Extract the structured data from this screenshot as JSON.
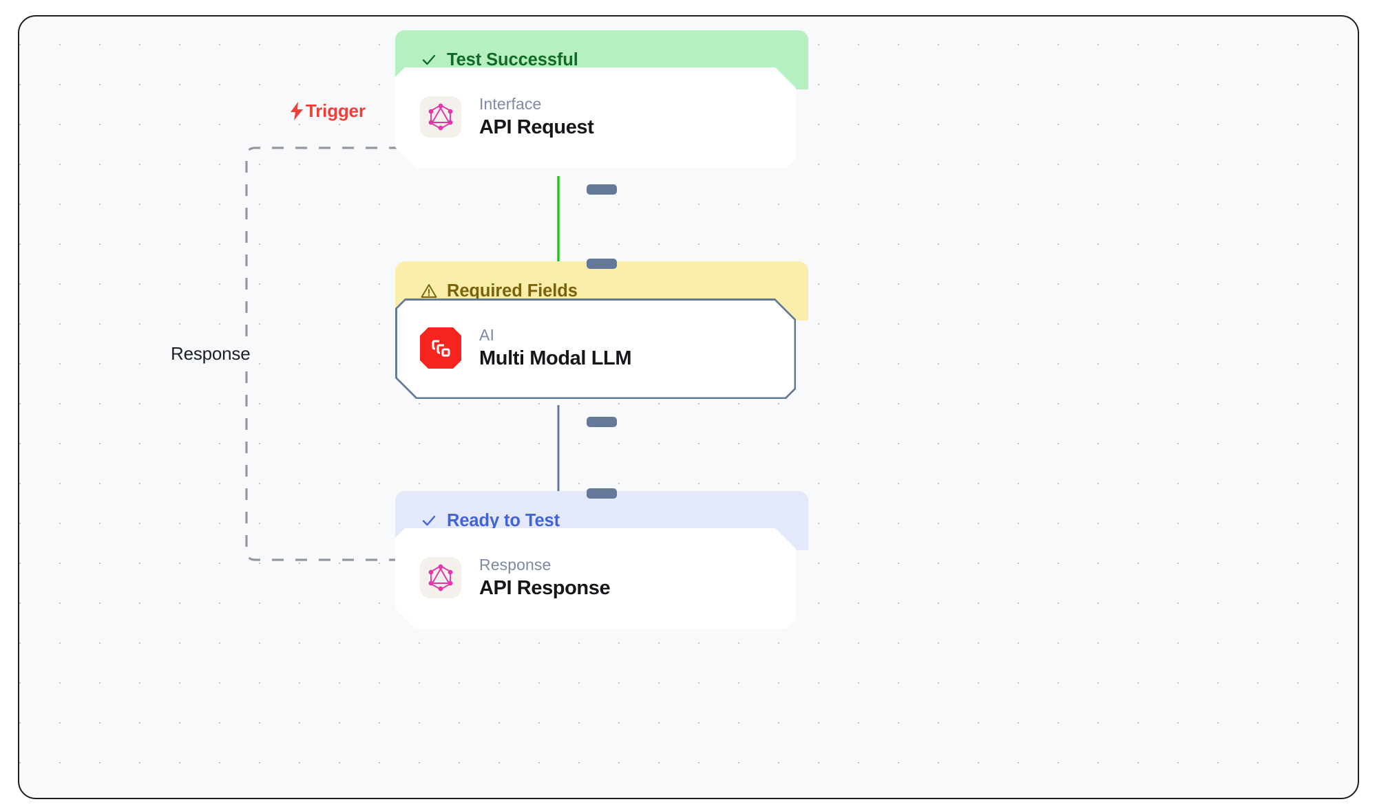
{
  "canvas": {
    "background_color": "#f8f9fb",
    "grid": "dot-grid",
    "frame_border_color": "#1b1d21"
  },
  "nodes": [
    {
      "id": "api-request",
      "status_label": "Test Successful",
      "status_icon": "check-icon",
      "status_variant": "success",
      "status_color": "#116b28",
      "status_bg": "#b6efc0",
      "kind": "Interface",
      "title": "API Request",
      "icon": "graphql-icon",
      "icon_color": "#e535ab",
      "selected": false
    },
    {
      "id": "multi-modal-llm",
      "status_label": "Required Fields",
      "status_icon": "warning-triangle-icon",
      "status_variant": "warning",
      "status_color": "#7b6208",
      "status_bg": "#fbeeab",
      "kind": "AI",
      "title": "Multi Modal LLM",
      "icon": "ai-model-icon",
      "icon_color": "#f5241f",
      "selected": true
    },
    {
      "id": "api-response",
      "status_label": "Ready to Test",
      "status_icon": "check-icon",
      "status_variant": "info",
      "status_color": "#4262d8",
      "status_bg": "#e3e9fb",
      "kind": "Response",
      "title": "API Response",
      "icon": "graphql-icon",
      "icon_color": "#e535ab",
      "selected": false
    }
  ],
  "edges": [
    {
      "id": "trigger-edge",
      "label": "Trigger",
      "icon": "lightning-bolt-icon",
      "color": "#ec4038",
      "style": "dashed",
      "from": "api-response",
      "to": "api-request"
    },
    {
      "id": "response-edge",
      "label": "Response",
      "color": "#1c1f24",
      "style": "dashed",
      "from": "api-response",
      "to": "api-request"
    },
    {
      "id": "request-to-llm",
      "label": "",
      "color": "#18c61a",
      "style": "solid",
      "from": "api-request",
      "to": "multi-modal-llm"
    },
    {
      "id": "llm-to-response",
      "label": "",
      "color": "#64799a",
      "style": "solid",
      "from": "multi-modal-llm",
      "to": "api-response"
    }
  ]
}
